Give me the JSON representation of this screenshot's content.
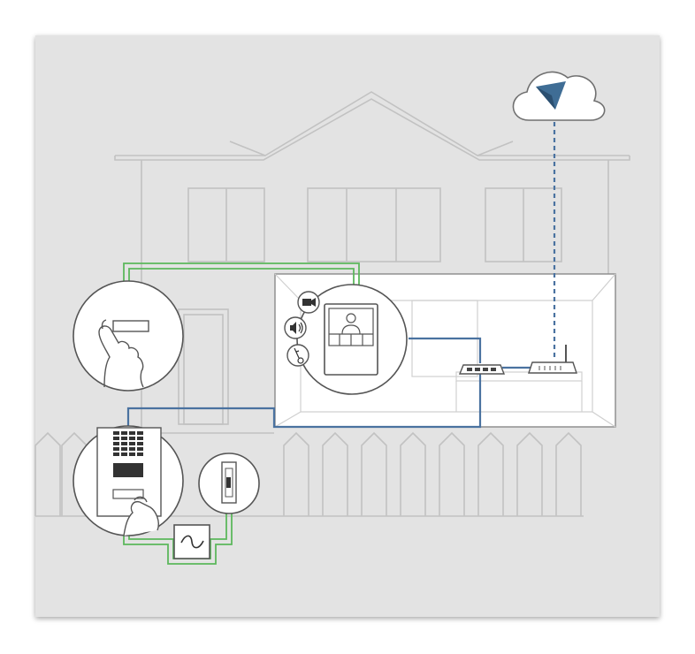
{
  "diagram": {
    "description_free": true,
    "nodes": [
      {
        "id": "cloud",
        "icon": "cloud-logo-icon"
      },
      {
        "id": "doorbell-button",
        "icon": "finger-press-icon"
      },
      {
        "id": "monitor",
        "icon": "video-monitor-icon"
      },
      {
        "id": "camera",
        "icon": "camera-icon"
      },
      {
        "id": "speaker",
        "icon": "speaker-icon"
      },
      {
        "id": "key",
        "icon": "key-icon"
      },
      {
        "id": "switch",
        "icon": "network-switch-icon"
      },
      {
        "id": "router",
        "icon": "wifi-router-icon"
      },
      {
        "id": "door-station",
        "icon": "intercom-door-station-icon"
      },
      {
        "id": "door-opener",
        "icon": "electric-door-opener-icon"
      },
      {
        "id": "power-supply",
        "icon": "power-supply-icon"
      }
    ],
    "connections": [
      {
        "from": "doorbell-button",
        "to": "monitor",
        "type": "bus"
      },
      {
        "from": "door-station",
        "to": "switch",
        "type": "ethernet"
      },
      {
        "from": "monitor",
        "to": "switch",
        "type": "ethernet"
      },
      {
        "from": "switch",
        "to": "router",
        "type": "ethernet"
      },
      {
        "from": "router",
        "to": "cloud",
        "type": "internet"
      },
      {
        "from": "door-station",
        "to": "power-supply",
        "type": "bus"
      },
      {
        "from": "door-opener",
        "to": "power-supply",
        "type": "bus"
      }
    ]
  },
  "colors": {
    "panel": "#e3e3e3",
    "house_line": "#c2c2c2",
    "green_wire": "#5cb85c",
    "blue_wire": "#4a72a0",
    "icon_stroke": "#555555",
    "cloud_mark": "#3f6d95"
  }
}
